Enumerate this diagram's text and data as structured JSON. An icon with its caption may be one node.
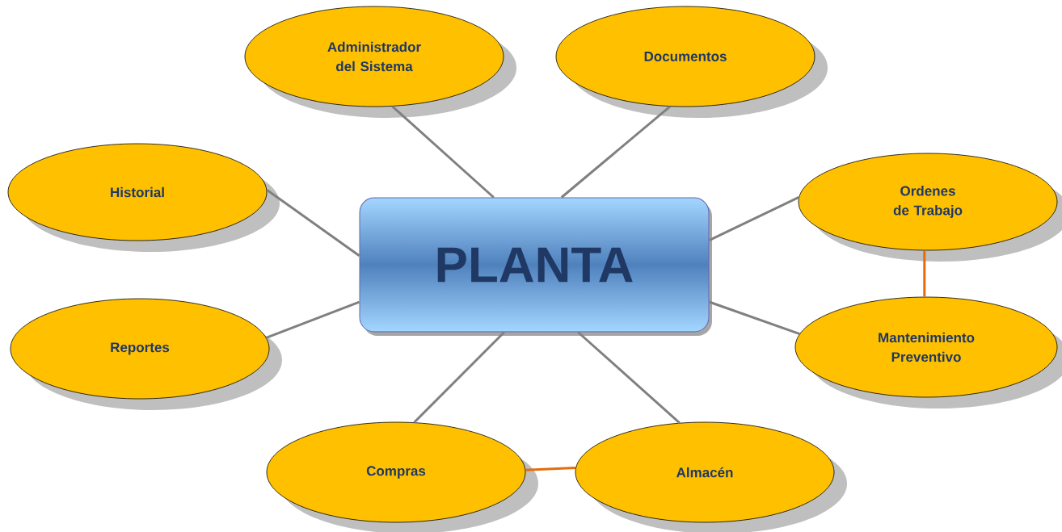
{
  "diagram": {
    "nodes": [
      {
        "text": [
          "PLANTA"
        ]
      },
      {
        "text": [
          "Administrador del Sistema"
        ]
      },
      {
        "text": [
          "Documentos"
        ]
      },
      {
        "text": [
          "Historial"
        ]
      },
      {
        "text": [
          "Ordenes de Trabajo"
        ]
      },
      {
        "text": [
          "Reportes"
        ]
      },
      {
        "text": [
          "Mantenimiento Preventivo"
        ]
      },
      {
        "text": [
          "Compras"
        ]
      },
      {
        "text": [
          "Almacén"
        ]
      }
    ],
    "edges": [
      {
        "from": 1,
        "to": 0,
        "arrow": "none"
      },
      {
        "from": 2,
        "to": 0,
        "arrow": "none"
      },
      {
        "from": 3,
        "to": 0,
        "arrow": "none"
      },
      {
        "from": 4,
        "to": 0,
        "arrow": "none"
      },
      {
        "from": 5,
        "to": 0,
        "arrow": "none"
      },
      {
        "from": 6,
        "to": 0,
        "arrow": "none"
      },
      {
        "from": 7,
        "to": 0,
        "arrow": "none"
      },
      {
        "from": 8,
        "to": 0,
        "arrow": "none"
      },
      {
        "from": 4,
        "to": 6,
        "arrow": "none",
        "color": "#e46c0a"
      },
      {
        "from": 7,
        "to": 8,
        "arrow": "none",
        "color": "#e46c0a"
      }
    ]
  }
}
